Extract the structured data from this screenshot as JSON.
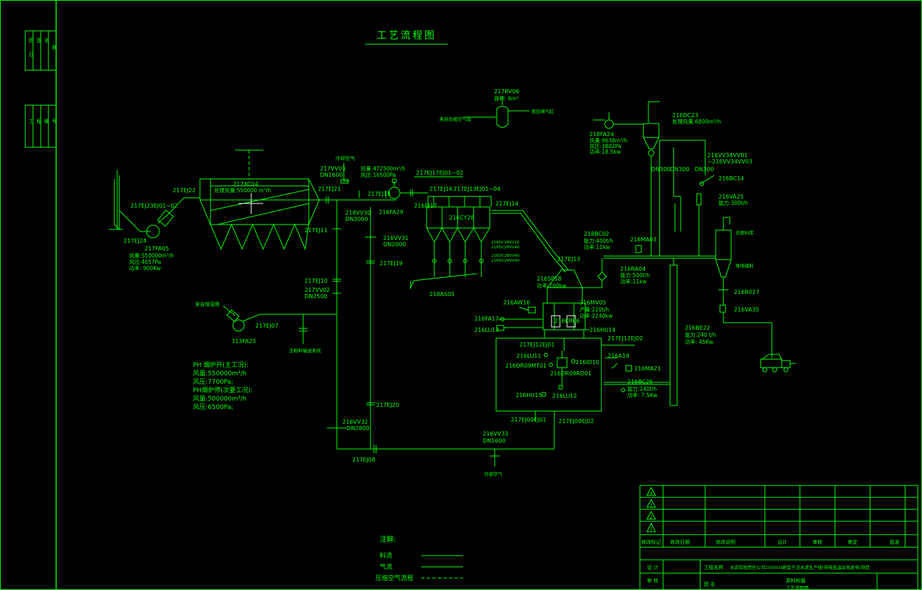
{
  "title": "工艺流程图",
  "left_strip": {
    "top_cells": [
      "图",
      "签",
      "名",
      "日",
      "期"
    ],
    "bottom_cells": [
      "工",
      "程",
      "编",
      "号"
    ]
  },
  "notes": {
    "ph_normal_title": "PH 烟炉开(主工况):",
    "ph_normal_flow": "风量:550000m³/h",
    "ph_normal_press": "风压:7700Pa;",
    "ph_stop_title": "PH烟炉停(次要工况):",
    "ph_stop_flow": "风量:500000m³/h",
    "ph_stop_press": "风压:6500Pa;"
  },
  "equipment": {
    "stack_label": "217EJ23EJ01~02",
    "ej22": "217EJ22",
    "ej24": "217EJ24",
    "fa05": "217FA05",
    "fa05_flow": "风量:550000m³/h",
    "fa05_press": "风压:4057Pa",
    "fa05_power": "功率: 900Kw",
    "xc04": "217XC04",
    "xc04_flow": "处理风量:550000 m³/h",
    "ej21": "217EJ21",
    "vv03": "217VV03",
    "vv03_dn": "DN1600",
    "cold_air": "冷却空气",
    "fan_flow": "风量:472500m³/h",
    "fan_press": "风压:10500Pa",
    "ej18": "217EJ18",
    "fa29": "216FA29",
    "vv30": "218VV30",
    "vv30_dn": "DN3000",
    "ej11": "217EJ11",
    "ej10": "217EJ10",
    "vv02": "217VV02",
    "vv02_dn": "DN2500",
    "from_preheater": "来自增湿塔",
    "ej07": "217EJ07",
    "fa25": "313FA25",
    "to_collector": "去粉料输送系统",
    "vv31": "216VV31",
    "vv31_dn": "DN2000",
    "ej19": "217EJ19",
    "ej20": "217EJ20",
    "vv32": "216VV32",
    "vv32_dn": "DN2800",
    "ej08": "217EJ08",
    "ej17ej01": "217EJ17EJ01~02",
    "ej16": "217EJ16",
    "ej13ej01": "217EJ13EJ01~04",
    "ej17": "216EJ17",
    "ej14": "217EJ14",
    "cy28": "216CY28",
    "valve_a": "216DC28VV16",
    "valve_b": "216DC28VV40",
    "valve_c": "216DC28VV40",
    "valve_d": "216DC28VV40",
    "as05": "218AS05",
    "ej13": "217EJ13",
    "rv06": "217RV06",
    "rv06_vol": "容积: 6m³",
    "compressed_air": "来自压缩空气站",
    "to_hydraulic": "液压阀气缸",
    "sp18": "216SP18",
    "sp18_power": "功率:160kw",
    "aw16": "216AW16",
    "mv05": "216MV05",
    "mv05_cap": "产量:220t/h",
    "mv05_power": "功率:2240kw",
    "fa17": "216FA17",
    "lu13": "216LU13",
    "kr06": "216KR06",
    "hu14": "216HU14",
    "ej12ej01": "217EJ12EJ01",
    "ej12ej02": "217EJ12EJ02",
    "lu11": "216LU11",
    "id10": "216ID10",
    "dr09": "216DR09MT01",
    "rd01": "216DR09RD01",
    "hu15": "216HU15",
    "lu12": "216LU12",
    "ej09ej01": "217EJ09EJ01",
    "ej09ej02": "217EJ09EJ02",
    "vv33": "216VV33",
    "vv33_dn": "DN1600",
    "outside_air": "外部空气",
    "dc23": "216DC23",
    "dc23_flow": "处理风量:6800m³/h",
    "fa24": "218FA24",
    "fa24_flow": "风量:9638m³/h",
    "fa24_press": "风压:3802Pa",
    "fa24_power": "功率:18.5kw",
    "dn300a": "DN300",
    "dn300b": "DN300",
    "dn300c": "DN300",
    "vv34": "216VV34VV01",
    "vv34b": "~216VV34VV03",
    "bc14": "216BC14",
    "va25": "216VA25",
    "va25_cap": "能力:300t/h",
    "bc02": "218BC02",
    "bc02_cap": "能力:400t/h",
    "bc02_power": "功率:11kw",
    "ma03": "216MA03",
    "ra04": "216RA04",
    "ra04_cap": "能力:500t/h",
    "ra04_power": "功率:11kw",
    "to_silo": "去原料库",
    "to_pile": "堆场储料",
    "r027": "216R027",
    "va35": "216VA35",
    "be22": "216BE22",
    "be22_cap": "能力:240 t/h",
    "be22_power": "功率: 45Kw",
    "a19": "216A19",
    "ma21": "216MA21",
    "bc25": "216BC25",
    "bc25_cap": "能力:240t/h",
    "bc25_power": "功率: 7.5Kw"
  },
  "legend": {
    "title": "注解:",
    "material": "料流",
    "gas": "气流",
    "compressed": "压缩空气流程"
  },
  "title_block": {
    "rev_marks": [
      "4",
      "3",
      "2",
      "1"
    ],
    "header": [
      "修改标记",
      "修改日期",
      "修改说明",
      "设计",
      "审核",
      "审定",
      "批准"
    ],
    "row_design": "设 计",
    "row_check": "审 核",
    "project_label": "工程名称",
    "project_name": "水泥有限责任公司2500t/d新型干法水泥生产线(带纯低温余热发电)项目",
    "drawing_label": "图 名",
    "drawing_name": "原料粉磨",
    "drawing_sub": "工艺流程图"
  },
  "colors": {
    "line": "#00ff00",
    "background": "#000000",
    "border": "#00ff00"
  }
}
